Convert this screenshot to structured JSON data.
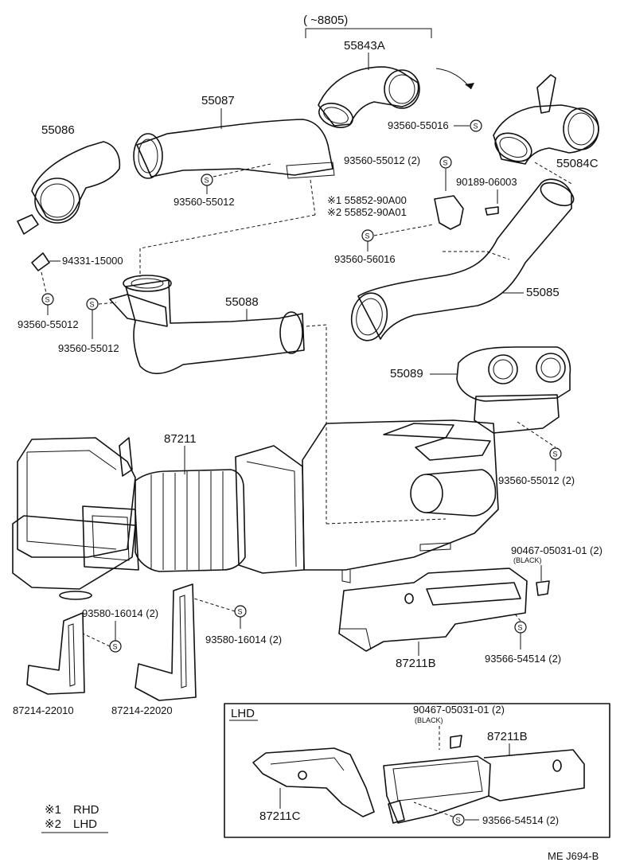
{
  "period_label": "(       ~8805)",
  "footer_code": "ME  J694-B",
  "lhd_box_title": "LHD",
  "notes": [
    {
      "mark": "※1",
      "text": "RHD"
    },
    {
      "mark": "※2",
      "text": "LHD"
    }
  ],
  "labels": {
    "p55843A": "55843A",
    "p55087": "55087",
    "p55086": "55086",
    "p93560_55016": "93560-55016",
    "p55084C": "55084C",
    "p93560_55012_2a": "93560-55012 (2)",
    "p90189": "90189-06003",
    "p93560_55012_a": "93560-55012",
    "rhd_part": "※1 55852-90A00",
    "lhd_part": "※2 55852-90A01",
    "p94331": "94331-15000",
    "p93560_56016": "93560-56016",
    "p93560_55012_b": "93560-55012",
    "p93560_55012_c": "93560-55012",
    "p55088": "55088",
    "p55085": "55085",
    "p55089": "55089",
    "p87211": "87211",
    "p93560_55012_2b": "93560-55012 (2)",
    "p90467_a": "90467-05031-01 (2)",
    "black_a": "(BLACK)",
    "p93580_a": "93580-16014 (2)",
    "p93580_b": "93580-16014 (2)",
    "p87211B_a": "87211B",
    "p93566_a": "93566-54514 (2)",
    "p87214_22010": "87214-22010",
    "p87214_22020": "87214-22020",
    "p90467_b": "90467-05031-01 (2)",
    "black_b": "(BLACK)",
    "p87211B_b": "87211B",
    "p87211C": "87211C",
    "p93566_b": "93566-54514 (2)"
  },
  "screw_symbol": "S"
}
